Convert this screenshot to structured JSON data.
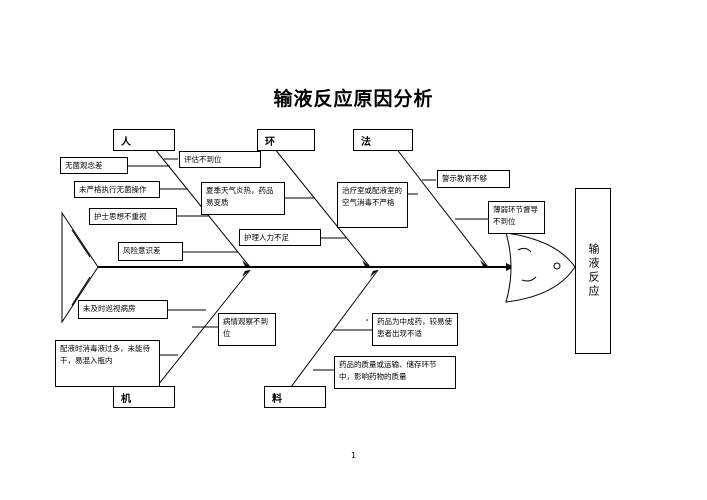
{
  "title": "输液反应原因分析",
  "effect": "输液反应",
  "categories": {
    "ren": "人",
    "huan": "环",
    "fa": "法",
    "ji": "机",
    "liao": "料"
  },
  "causes": {
    "ren": [
      "评估不到位",
      "无菌观念差",
      "未严格执行无菌操作",
      "护士思想不重视",
      "风险意识差"
    ],
    "huan": [
      "夏季天气炎热，药品易变质",
      "护理人力不足"
    ],
    "fa": [
      "警示教育不够",
      "治疗室或配液室的空气消毒不严格",
      "薄弱环节督导不到位"
    ],
    "ji": [
      "未及时巡视病房",
      "病情观察不到位",
      "配液时消毒液过多，未能待干，易混入瓶内"
    ],
    "liao": [
      "药品为中成药，较易使患者出现不适",
      "药品的质量或运输、储存环节中，影响药物的质量"
    ]
  },
  "page_number": "1"
}
